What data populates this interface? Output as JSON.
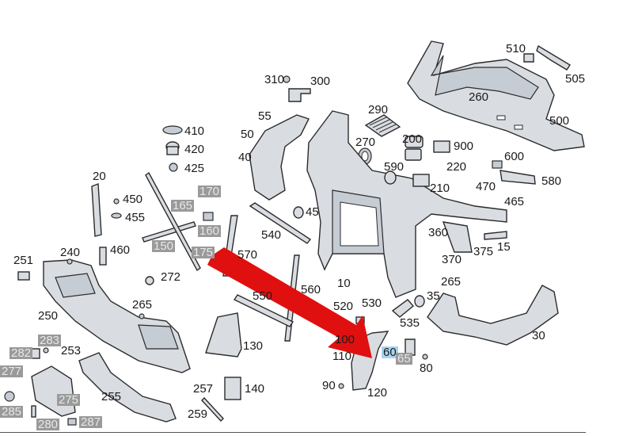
{
  "diagram": {
    "arrow_color": "#e01010",
    "highlight_grey": "#9a9a9a",
    "highlight_blue": "#a9d3ee",
    "labels": {
      "l10": "10",
      "l15": "15",
      "l20": "20",
      "l30": "30",
      "l35": "35",
      "l40": "40",
      "l45": "45",
      "l50": "50",
      "l55": "55",
      "l60": "60",
      "l65": "65",
      "l80": "80",
      "l90": "90",
      "l100": "100",
      "l110": "110",
      "l120": "120",
      "l130": "130",
      "l140": "140",
      "l150": "150",
      "l160": "160",
      "l165": "165",
      "l170": "170",
      "l175": "175",
      "l200": "200",
      "l210": "210",
      "l220": "220",
      "l240": "240",
      "l250": "250",
      "l251": "251",
      "l253": "253",
      "l255": "255",
      "l257": "257",
      "l259": "259",
      "l260": "260",
      "l265a": "265",
      "l265b": "265",
      "l270": "270",
      "l272": "272",
      "l275": "275",
      "l277": "277",
      "l280": "280",
      "l282": "282",
      "l283": "283",
      "l285": "285",
      "l287": "287",
      "l290": "290",
      "l300": "300",
      "l310": "310",
      "l360": "360",
      "l370": "370",
      "l375": "375",
      "l410": "410",
      "l420": "420",
      "l425": "425",
      "l450": "450",
      "l455": "455",
      "l460": "460",
      "l465": "465",
      "l470": "470",
      "l500": "500",
      "l505": "505",
      "l510": "510",
      "l520": "520",
      "l530": "530",
      "l535": "535",
      "l540": "540",
      "l550": "550",
      "l560": "560",
      "l570": "570",
      "l580": "580",
      "l590": "590",
      "l600": "600",
      "l900": "900"
    }
  }
}
